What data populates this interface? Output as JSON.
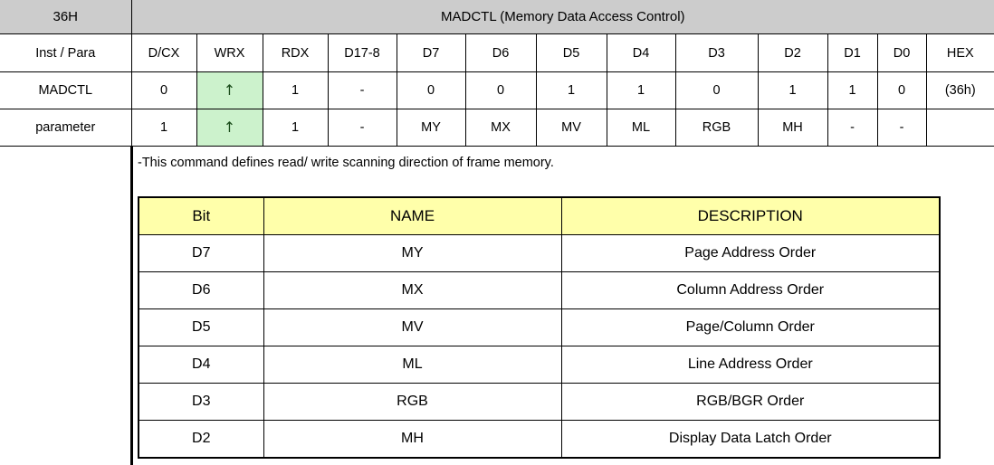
{
  "command": {
    "code": "36H",
    "title": "MADCTL (Memory Data Access Control)"
  },
  "signal_table": {
    "columns": [
      "Inst / Para",
      "D/CX",
      "WRX",
      "RDX",
      "D17-8",
      "D7",
      "D6",
      "D5",
      "D4",
      "D3",
      "D2",
      "D1",
      "D0",
      "HEX"
    ],
    "rows": [
      {
        "label": "MADCTL",
        "cells": [
          "0",
          "↑",
          "1",
          "-",
          "0",
          "0",
          "1",
          "1",
          "0",
          "1",
          "1",
          "0",
          "(36h)"
        ]
      },
      {
        "label": "parameter",
        "cells": [
          "1",
          "↑",
          "1",
          "-",
          "MY",
          "MX",
          "MV",
          "ML",
          "RGB",
          "MH",
          "-",
          "-",
          ""
        ]
      }
    ],
    "highlight_color": "#ccf2cc",
    "header_color": "#cccccc",
    "highlighted_column": "WRX",
    "arrow_icon": "arrow-up-icon"
  },
  "note": "-This command defines read/ write scanning direction of frame memory.",
  "bit_table": {
    "header_color": "#ffffaa",
    "columns": [
      "Bit",
      "NAME",
      "DESCRIPTION"
    ],
    "rows": [
      {
        "bit": "D7",
        "name": "MY",
        "description": "Page Address Order"
      },
      {
        "bit": "D6",
        "name": "MX",
        "description": "Column Address Order"
      },
      {
        "bit": "D5",
        "name": "MV",
        "description": "Page/Column Order"
      },
      {
        "bit": "D4",
        "name": "ML",
        "description": "Line Address Order"
      },
      {
        "bit": "D3",
        "name": "RGB",
        "description": "RGB/BGR Order"
      },
      {
        "bit": "D2",
        "name": "MH",
        "description": "Display Data Latch Order"
      }
    ]
  }
}
